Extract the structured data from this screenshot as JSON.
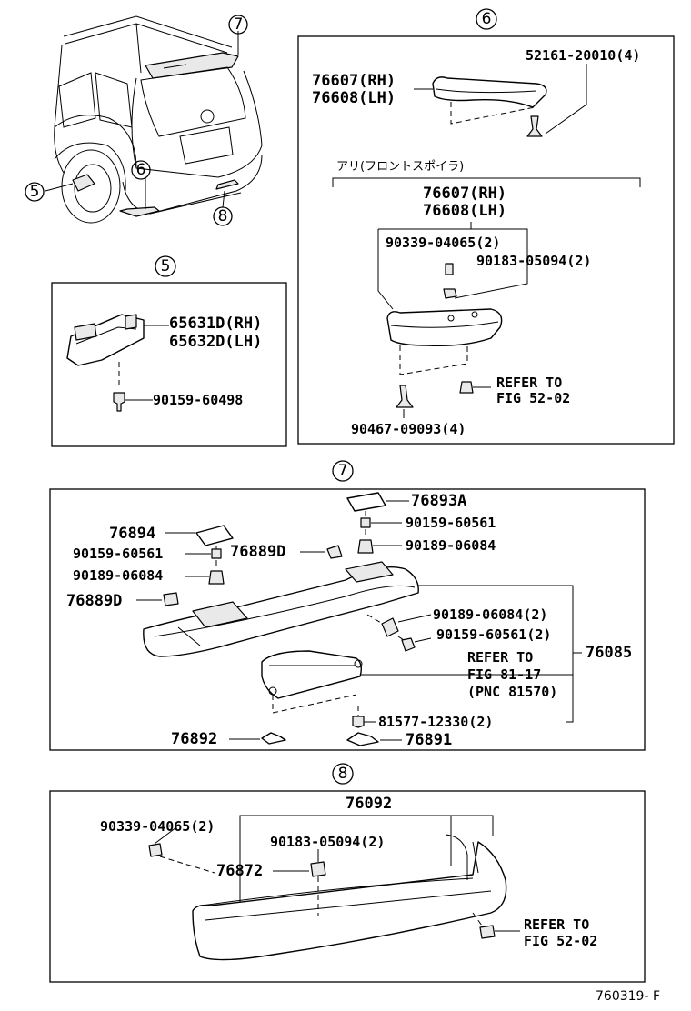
{
  "overview": {
    "callouts": [
      "7",
      "6",
      "5",
      "8"
    ]
  },
  "section6": {
    "number": "6",
    "top": {
      "part_rh": "76607(RH)",
      "part_lh": "76608(LH)",
      "clip": "52161-20010(4)"
    },
    "note": "アリ(フロントスポイラ)",
    "with_front": {
      "part_rh": "76607(RH)",
      "part_lh": "76608(LH)",
      "fastener_a": "90339-04065(2)",
      "fastener_b": "90183-05094(2)",
      "refer_1": "REFER TO",
      "refer_2": "FIG 52-02",
      "screw": "90467-09093(4)"
    }
  },
  "section5": {
    "number": "5",
    "part_rh": "65631D(RH)",
    "part_lh": "65632D(LH)",
    "bolt": "90159-60498"
  },
  "section7": {
    "number": "7",
    "cap_a": "76893A",
    "cap": "76894",
    "screw_r": "90159-60561",
    "nut_r": "90189-06084",
    "screw_l": "90159-60561",
    "nut_l": "90189-06084",
    "pad_r": "76889D",
    "pad_l": "76889D",
    "nut_2": "90189-06084(2)",
    "screw_2": "90159-60561(2)",
    "assy": "76085",
    "refer_1": "REFER TO",
    "refer_2": "FIG 81-17",
    "refer_3": "(PNC 81570)",
    "bolt_2": "81577-12330(2)",
    "gasket_l": "76892",
    "gasket_r": "76891"
  },
  "section8": {
    "number": "8",
    "assy": "76092",
    "fastener_a": "90339-04065(2)",
    "fastener_b": "90183-05094(2)",
    "part": "76872",
    "refer_1": "REFER TO",
    "refer_2": "FIG 52-02"
  },
  "footer": {
    "figure_id": "760319- F"
  }
}
